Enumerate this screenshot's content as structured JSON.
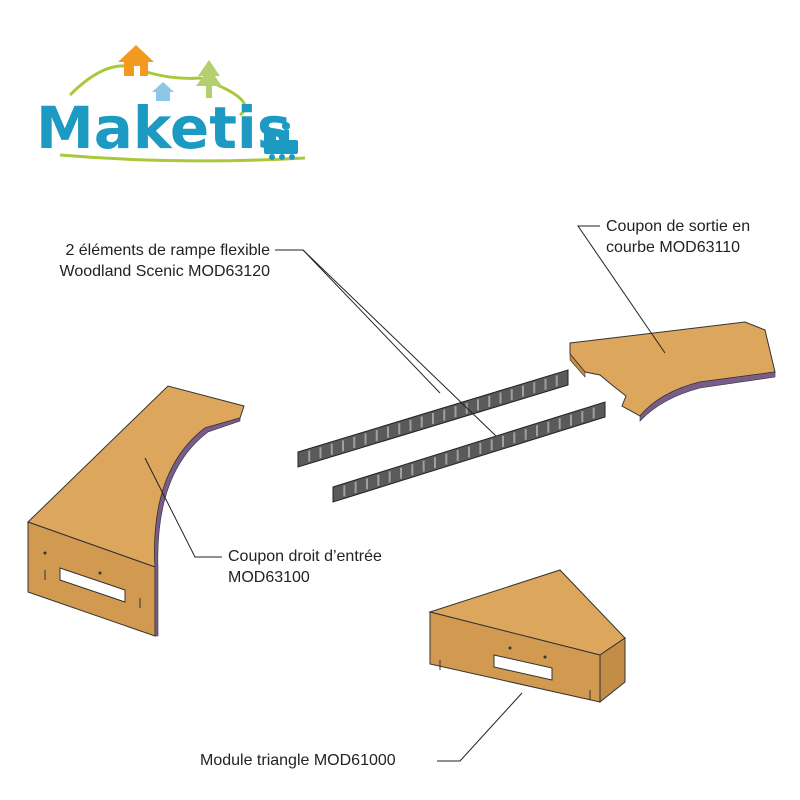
{
  "logo": {
    "text": "Maketis",
    "colors": {
      "blue": "#1C9AC2",
      "green": "#A9C93B",
      "orange": "#F39A1E",
      "lightblue": "#8CC7E8"
    }
  },
  "labels": {
    "ramp": [
      "2 éléments de rampe flexible",
      "Woodland Scenic MOD63120"
    ],
    "exit": [
      "Coupon de sortie en",
      "courbe  MOD63110"
    ],
    "entry": [
      "Coupon droit d’entrée",
      "MOD63100"
    ],
    "triangle": "Module triangle MOD61000"
  },
  "colors": {
    "wood": "#DCA75C",
    "wood_edge": "#B98443",
    "ramp": "#5A5A5A",
    "ramp_light": "#8A8A8A",
    "line": "#222222"
  }
}
